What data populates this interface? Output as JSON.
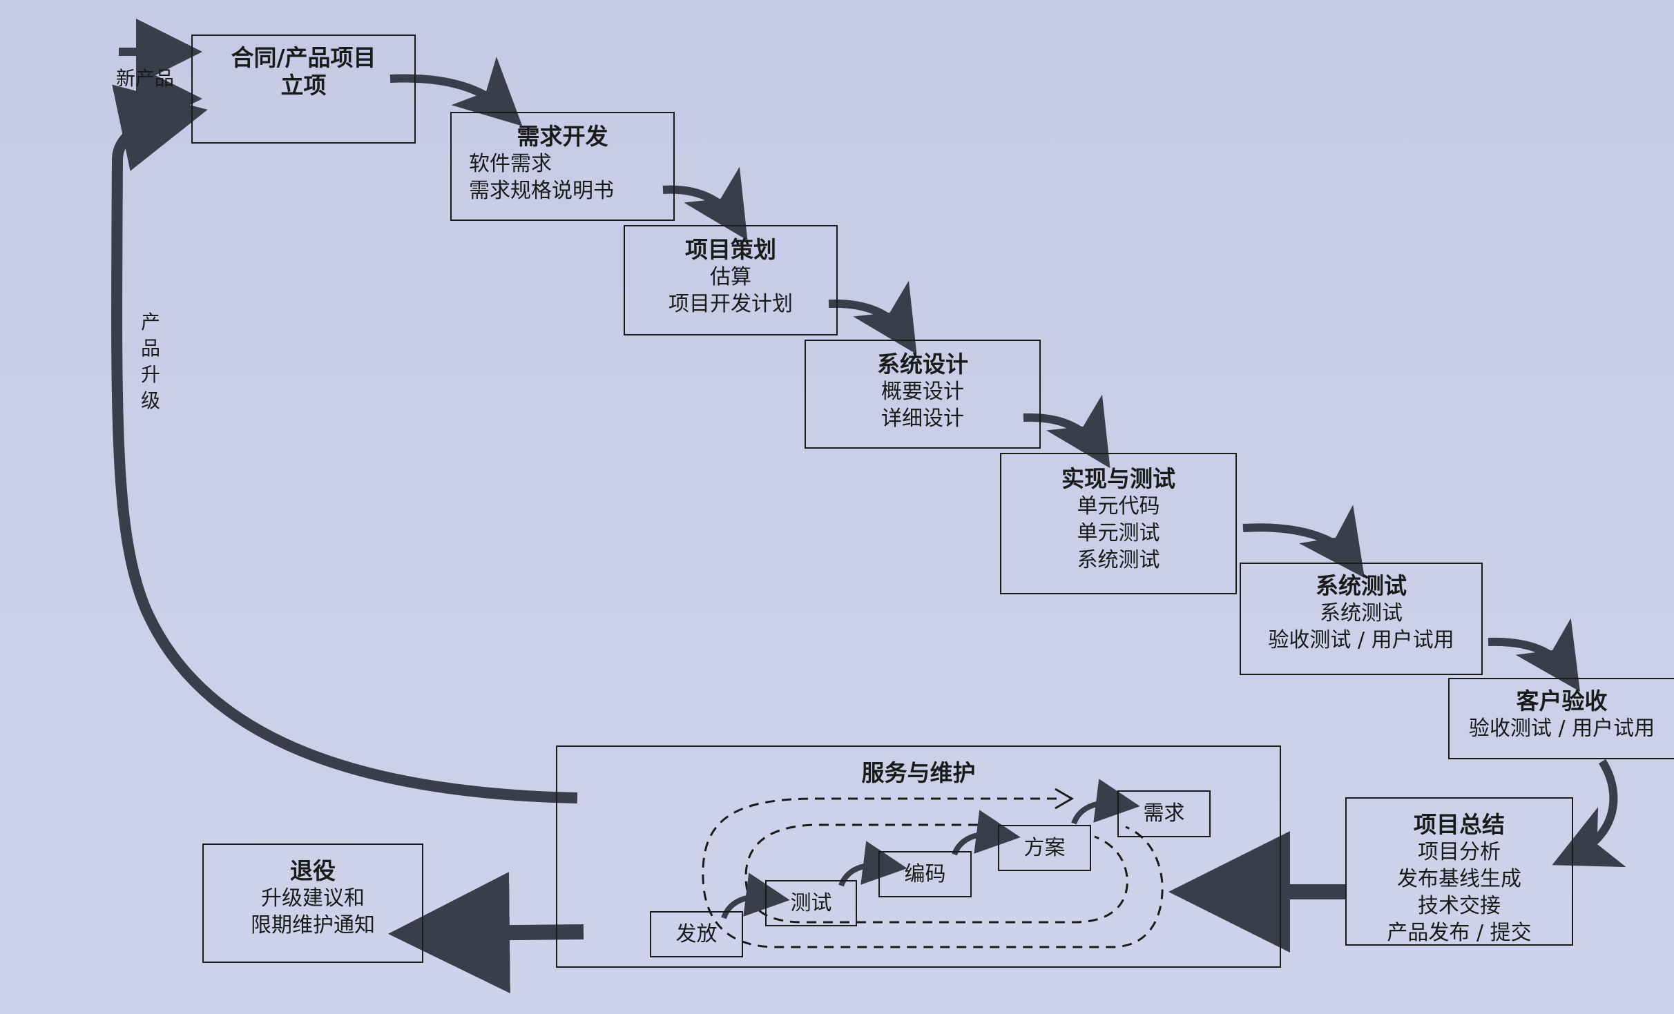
{
  "new_product_label": "新产品",
  "upgrade_label": [
    "产",
    "品",
    "升",
    "级"
  ],
  "stages": [
    {
      "title": "合同/产品项目",
      "lines": [
        "立项"
      ]
    },
    {
      "title": "需求开发",
      "lines": [
        "软件需求",
        "需求规格说明书"
      ]
    },
    {
      "title": "项目策划",
      "lines": [
        "估算",
        "项目开发计划"
      ]
    },
    {
      "title": "系统设计",
      "lines": [
        "概要设计",
        "详细设计"
      ]
    },
    {
      "title": "实现与测试",
      "lines": [
        "单元代码",
        "单元测试",
        "系统测试"
      ]
    },
    {
      "title": "系统测试",
      "lines": [
        "系统测试",
        "验收测试 / 用户试用"
      ]
    },
    {
      "title": "客户验收",
      "lines": [
        "验收测试 / 用户试用"
      ]
    },
    {
      "title": "项目总结",
      "lines": [
        "项目分析",
        "发布基线生成",
        "技术交接",
        "产品发布 / 提交"
      ]
    }
  ],
  "maintenance": {
    "title": "服务与维护",
    "steps": [
      "需求",
      "方案",
      "编码",
      "测试",
      "发放"
    ]
  },
  "retire": {
    "title": "退役",
    "lines": [
      "升级建议和",
      "限期维护通知"
    ]
  },
  "colors": {
    "background": "#c8cce6",
    "arrow": "#3a3d4a",
    "line": "#1a1a1a"
  }
}
